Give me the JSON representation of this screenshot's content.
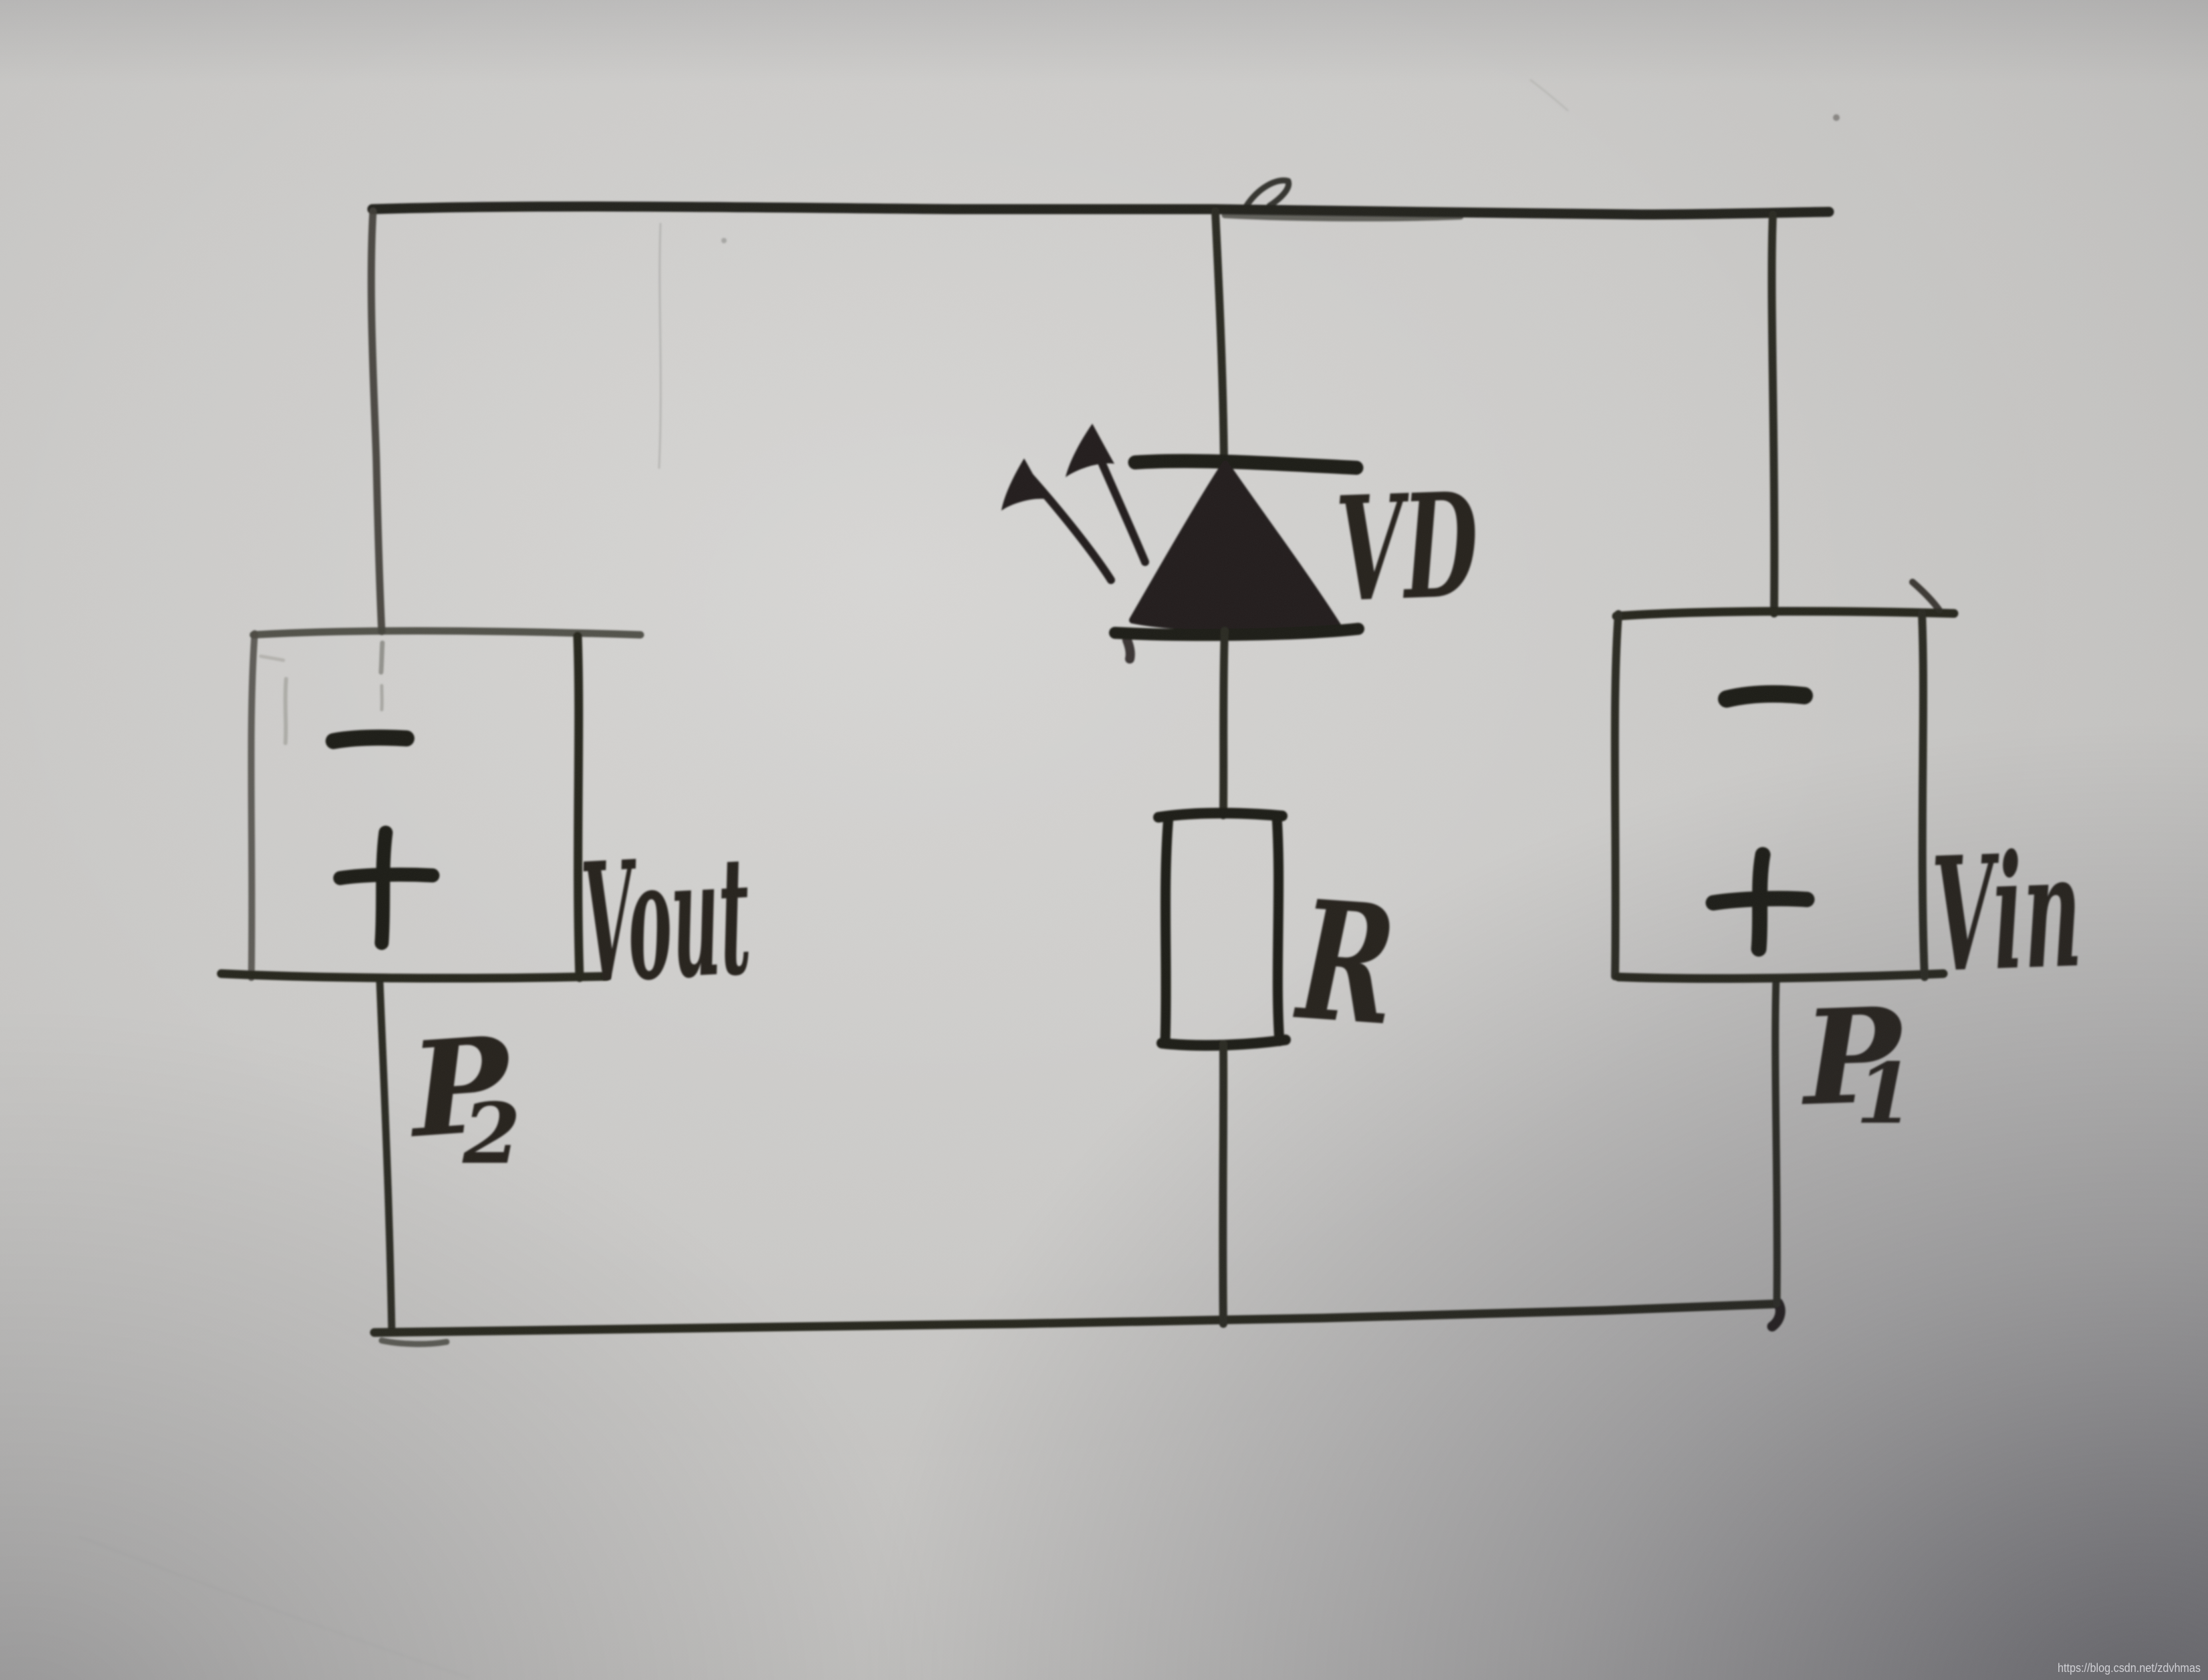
{
  "labels": {
    "led": "VD",
    "resistor": "R",
    "left_source_voltage": "Vout",
    "left_source_name": "P2",
    "left_source_name_base": "P",
    "left_source_name_sub": "2",
    "left_source_polarity_top": "−",
    "left_source_polarity_bottom": "+",
    "right_source_voltage": "Vin",
    "right_source_name": "P1",
    "right_source_name_base": "P",
    "right_source_name_sub": "1",
    "right_source_polarity_top": "−",
    "right_source_polarity_bottom": "+"
  },
  "watermark": {
    "text": "https://blog.csdn.net/zdvhmas"
  },
  "colors": {
    "paper": "#c9c8c6",
    "paper_highlight": "#d5d4d2",
    "ink": "#23221e",
    "ink_heavy": "#1c1b17",
    "corner_shadow": "#2c2c36",
    "watermark_text": "#e9e9ee"
  }
}
